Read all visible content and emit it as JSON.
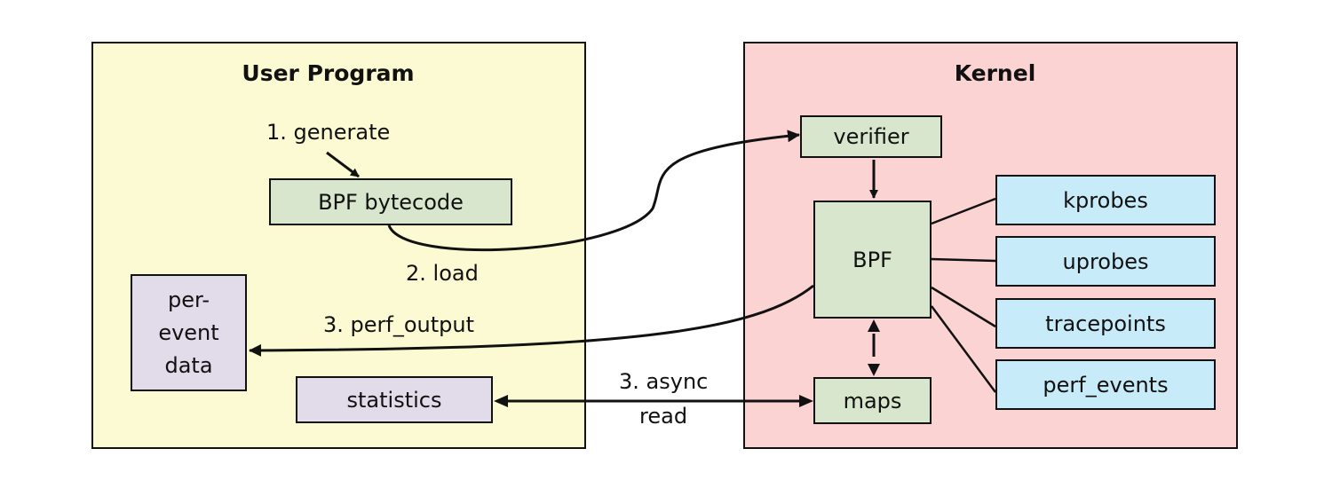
{
  "panels": {
    "user": {
      "title": "User Program"
    },
    "kernel": {
      "title": "Kernel"
    }
  },
  "nodes": {
    "bytecode": "BPF bytecode",
    "per_event_line1": "per-",
    "per_event_line2": "event",
    "per_event_line3": "data",
    "statistics": "statistics",
    "verifier": "verifier",
    "bpf": "BPF",
    "maps": "maps",
    "kprobes": "kprobes",
    "uprobes": "uprobes",
    "tracepoints": "tracepoints",
    "perf_events": "perf_events"
  },
  "edges": {
    "generate": "1. generate",
    "load": "2. load",
    "perf_output": "3. perf_output",
    "async_line1": "3. async",
    "async_line2": "read"
  },
  "colors": {
    "user_panel": "#fbfad2",
    "kernel_panel": "#fbd3d3",
    "green_box": "#d7e6cd",
    "purple_box": "#e1dbea",
    "blue_box": "#c7ebf8"
  }
}
